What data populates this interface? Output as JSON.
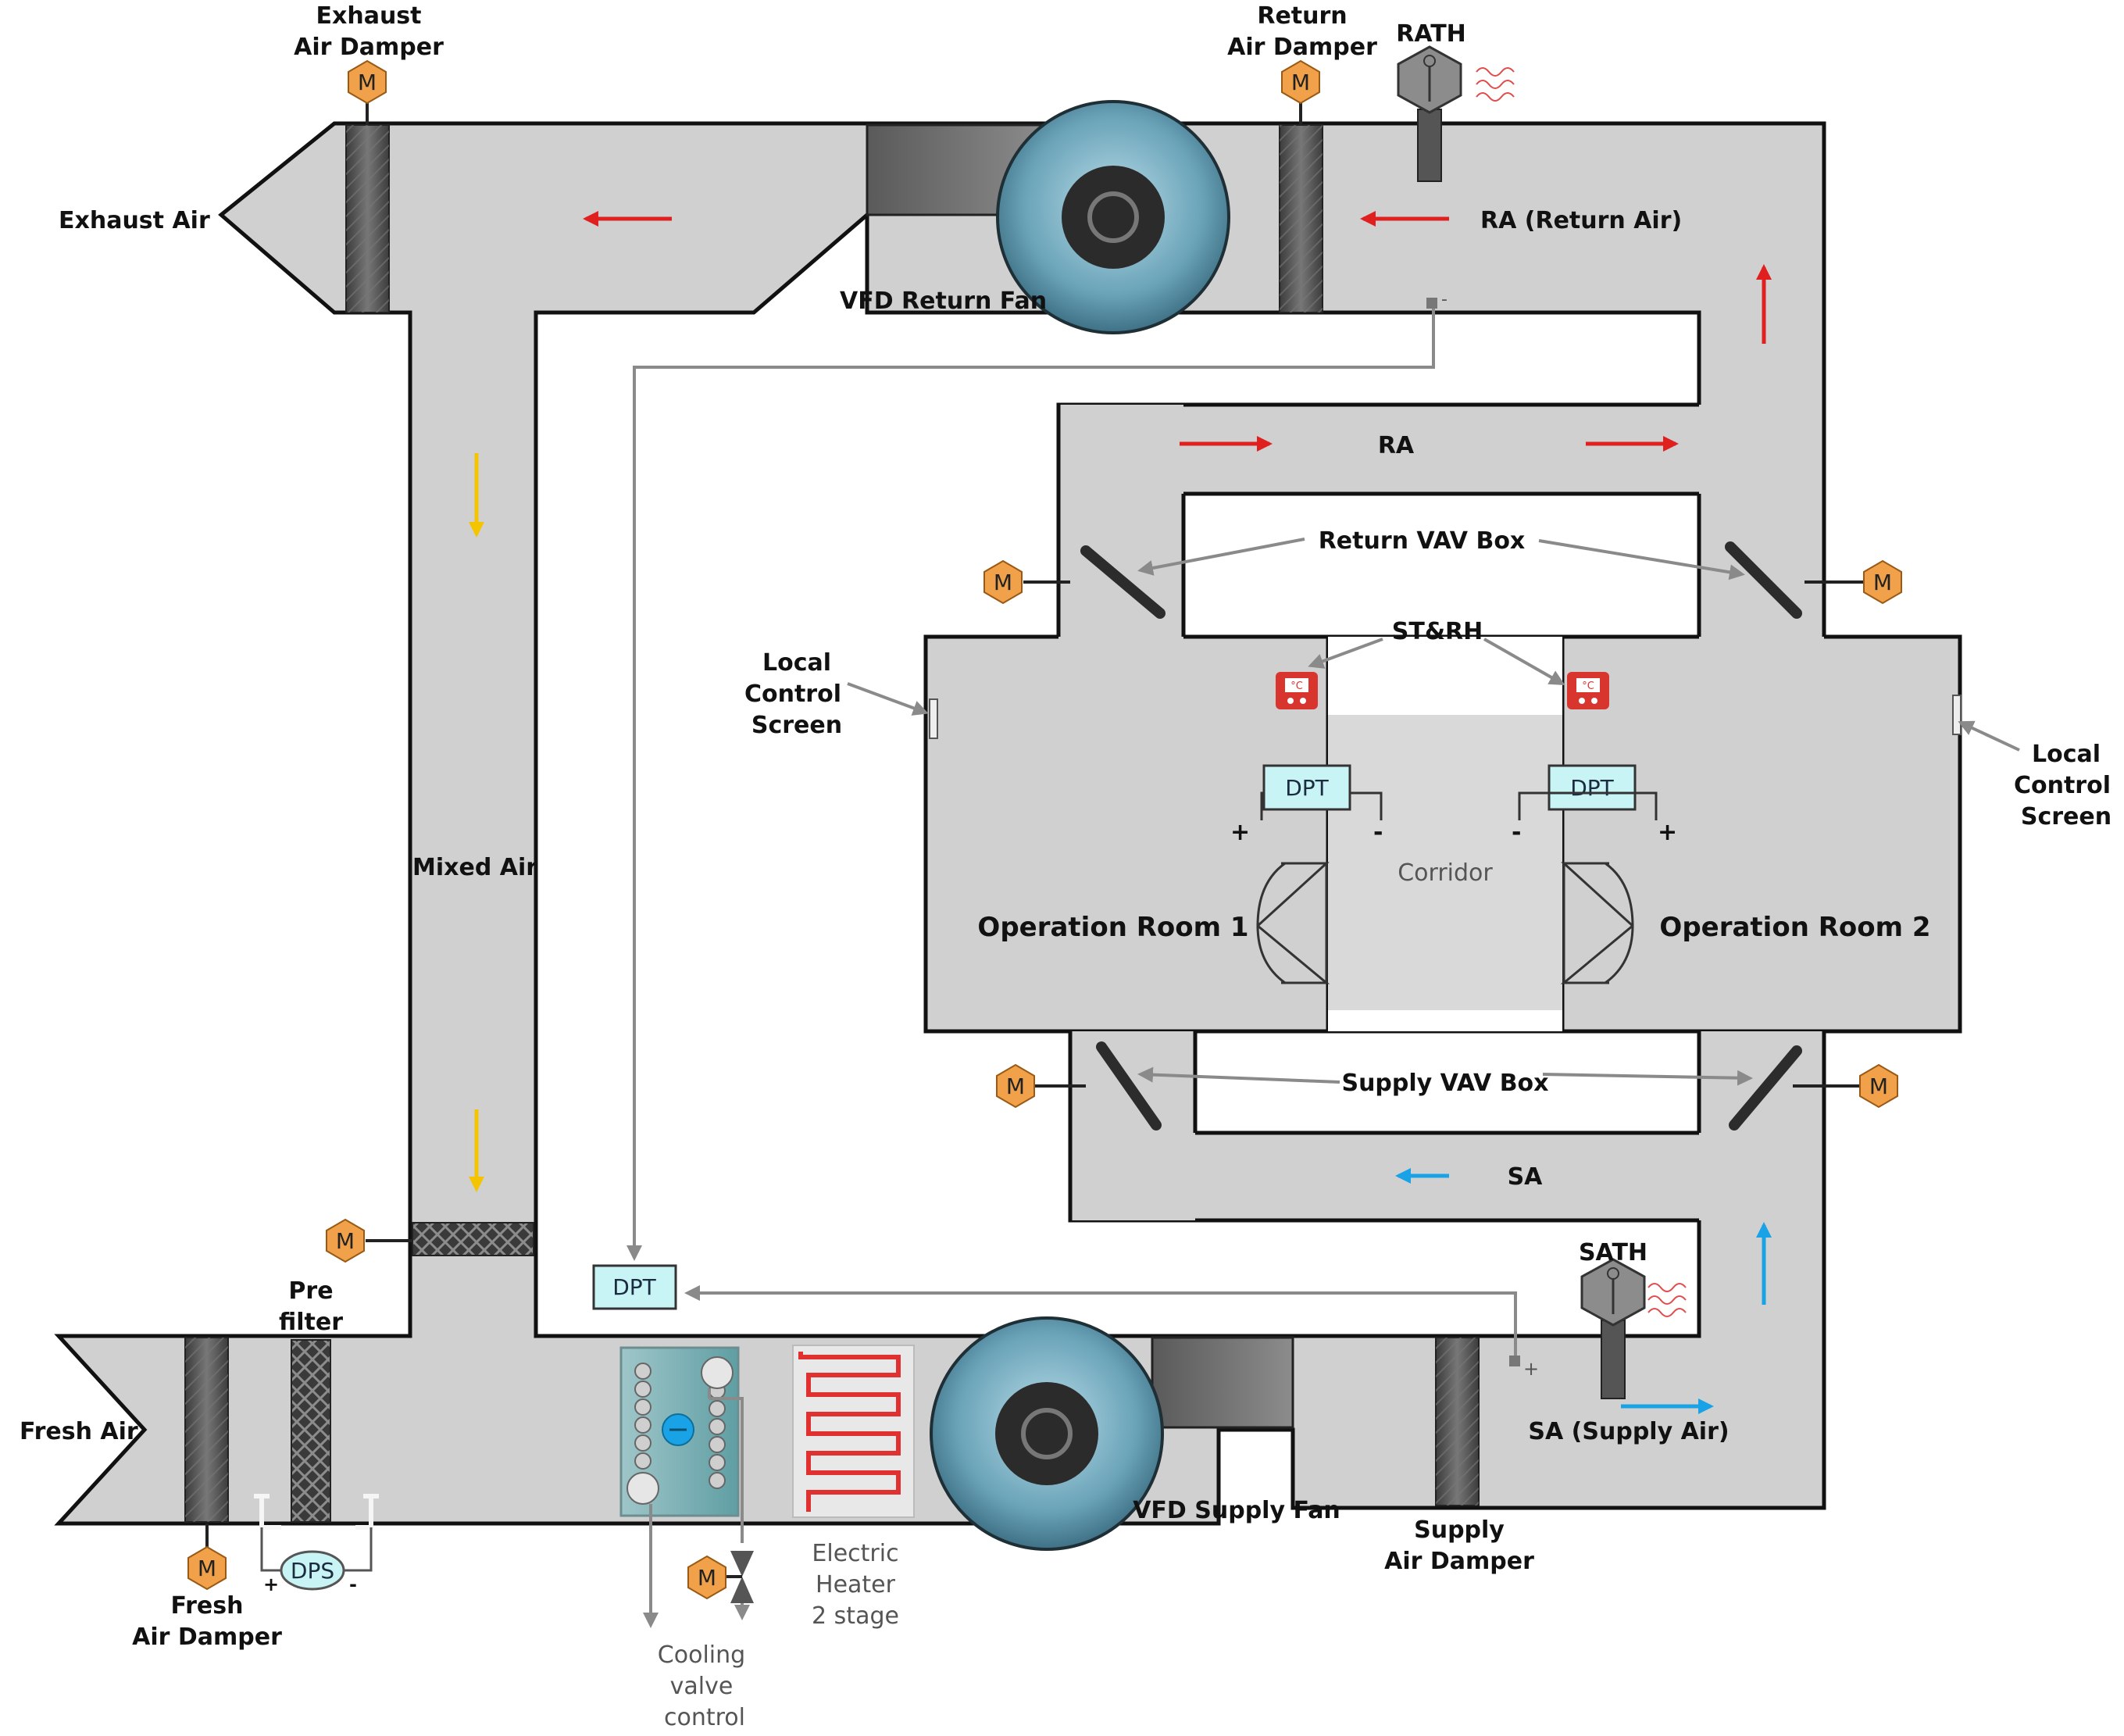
{
  "labels": {
    "exhaust_damper": [
      "Exhaust",
      "Air Damper"
    ],
    "return_damper": [
      "Return",
      "Air Damper"
    ],
    "rath": "RATH",
    "exhaust_air": "Exhaust Air",
    "return_air": "RA (Return Air)",
    "vfd_return_fan": "VFD Return Fan",
    "ra": "RA",
    "return_vav_box": "Return VAV Box",
    "st_rh": "ST&RH",
    "local_control_screen_left": [
      "Local",
      "Control",
      "Screen"
    ],
    "local_control_screen_right": [
      "Local",
      "Control",
      "Screen"
    ],
    "mixed_air": "Mixed Air",
    "dpt": "DPT",
    "corridor": "Corridor",
    "operation_room_1": "Operation Room 1",
    "operation_room_2": "Operation Room 2",
    "supply_vav_box": "Supply VAV Box",
    "sa": "SA",
    "sath": "SATH",
    "pre_filter": [
      "Pre",
      "filter"
    ],
    "fresh_air": "Fresh Air",
    "sa_supply_air": "SA (Supply Air)",
    "vfd_supply_fan": "VFD Supply Fan",
    "supply_damper": [
      "Supply",
      "Air Damper"
    ],
    "fresh_damper": [
      "Fresh",
      "Air Damper"
    ],
    "dps": "DPS",
    "cooling_valve": [
      "Cooling",
      "valve",
      "control"
    ],
    "electric_heater": [
      "Electric",
      "Heater",
      "2 stage"
    ],
    "motor": "M",
    "plus": "+",
    "minus": "-",
    "temp_unit": "°C"
  },
  "colors": {
    "duct": "#d0d0d0",
    "motor": "#f0a14a",
    "arrow_return": "#e01f1f",
    "arrow_mixed": "#f5c400",
    "arrow_supply": "#19a3e6",
    "dpt_box": "#c8f4f6",
    "fan": "#6aa3b8",
    "sensor_red": "#d7352e",
    "heater_coil": "#e03030"
  },
  "icons": [
    "motor-icon",
    "fan-icon",
    "damper-icon",
    "filter-icon",
    "thermo-hygrometer-icon",
    "room-sensor-icon",
    "cooling-coil-icon",
    "electric-heater-icon",
    "valve-icon",
    "door-icon"
  ]
}
